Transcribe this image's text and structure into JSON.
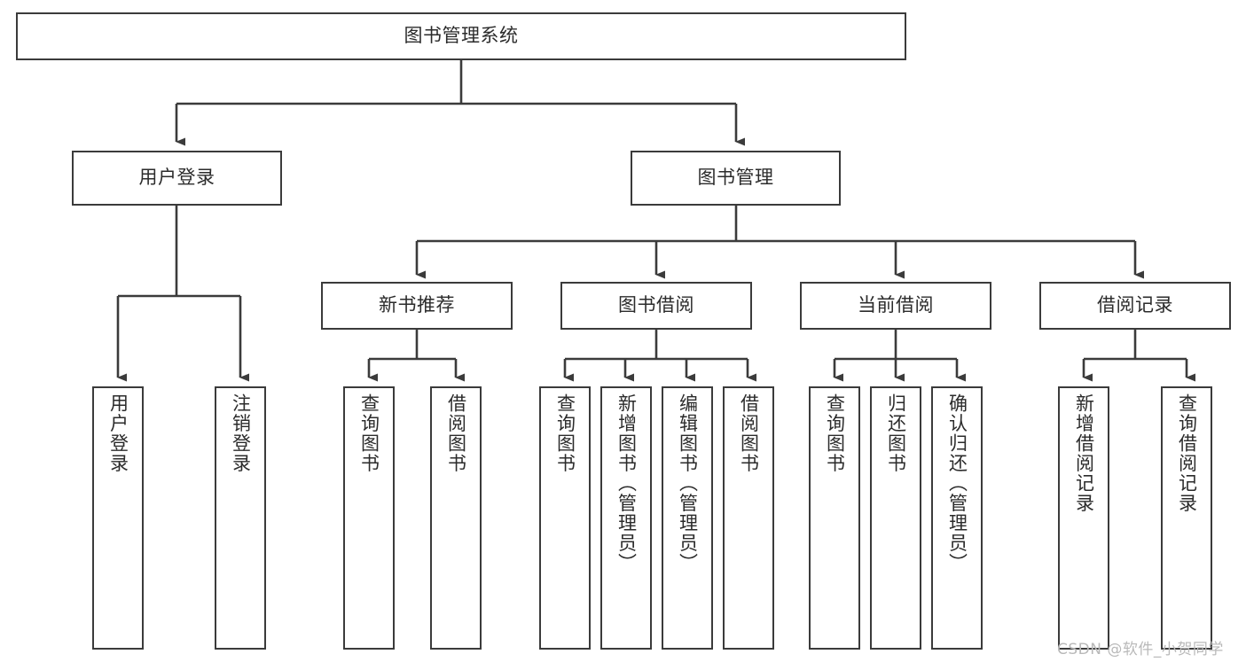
{
  "diagram": {
    "type": "tree-hierarchy-chart",
    "title": "图书管理系统",
    "watermark": "CSDN @软件_小贺同学",
    "colors": {
      "stroke": "#3b3b3b",
      "fill": "#ffffff",
      "text": "#2b2b2b",
      "watermark": "#b9b9b9"
    },
    "levels": {
      "root": {
        "label": "图书管理系统"
      },
      "level1": [
        {
          "id": "user-login",
          "label": "用户登录"
        },
        {
          "id": "book-management",
          "label": "图书管理"
        }
      ],
      "level2": [
        {
          "id": "new-book-recommend",
          "label": "新书推荐",
          "parent": "book-management"
        },
        {
          "id": "book-borrow",
          "label": "图书借阅",
          "parent": "book-management"
        },
        {
          "id": "current-borrow",
          "label": "当前借阅",
          "parent": "book-management"
        },
        {
          "id": "borrow-record",
          "label": "借阅记录",
          "parent": "book-management"
        }
      ],
      "leaves": [
        {
          "id": "leaf-user-login",
          "label": "用户登录",
          "parent": "user-login"
        },
        {
          "id": "leaf-logout-login",
          "label": "注销登录",
          "parent": "user-login"
        },
        {
          "id": "leaf-query-book-1",
          "label": "查询图书",
          "parent": "new-book-recommend"
        },
        {
          "id": "leaf-borrow-book-1",
          "label": "借阅图书",
          "parent": "new-book-recommend"
        },
        {
          "id": "leaf-query-book-2",
          "label": "查询图书",
          "parent": "book-borrow"
        },
        {
          "id": "leaf-add-book",
          "label": "新增图书（管理员）",
          "parent": "book-borrow"
        },
        {
          "id": "leaf-edit-book",
          "label": "编辑图书（管理员）",
          "parent": "book-borrow"
        },
        {
          "id": "leaf-borrow-book-2",
          "label": "借阅图书",
          "parent": "book-borrow"
        },
        {
          "id": "leaf-query-book-3",
          "label": "查询图书",
          "parent": "current-borrow"
        },
        {
          "id": "leaf-return-book",
          "label": "归还图书",
          "parent": "current-borrow"
        },
        {
          "id": "leaf-confirm-return",
          "label": "确认归还（管理员）",
          "parent": "current-borrow"
        },
        {
          "id": "leaf-add-record",
          "label": "新增借阅记录",
          "parent": "borrow-record"
        },
        {
          "id": "leaf-query-record",
          "label": "查询借阅记录",
          "parent": "borrow-record"
        }
      ]
    }
  }
}
